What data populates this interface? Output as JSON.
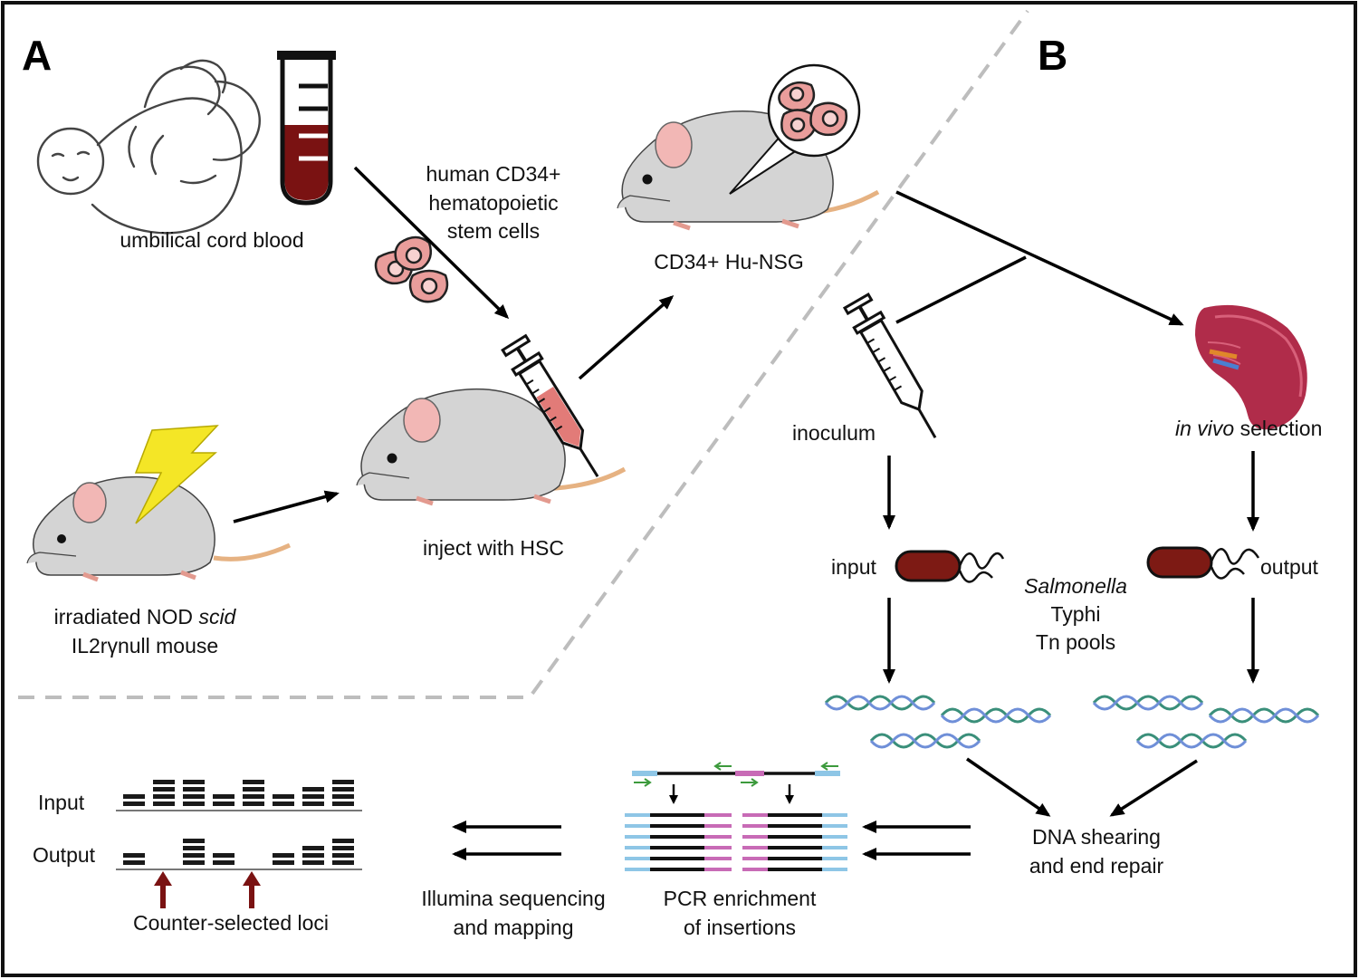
{
  "panels": {
    "a": "A",
    "b": "B"
  },
  "labels": {
    "cord_blood": "umbilical cord blood",
    "hsc_line1": "human CD34+",
    "hsc_line2": "hematopoietic",
    "hsc_line3": "stem cells",
    "hu_nsg": "CD34+ Hu-NSG",
    "mouse_line1_pre": "irradiated NOD ",
    "mouse_line1_italic": "scid",
    "mouse_line2": "IL2rγnull mouse",
    "inject": "inject with HSC",
    "inoculum": "inoculum",
    "in_vivo_italic": "in vivo",
    "in_vivo_rest": " selection",
    "input": "input",
    "output": "output",
    "salmonella": "Salmonella",
    "typhi": "Typhi",
    "tn_pools": "Tn pools",
    "dna_line1": "DNA shearing",
    "dna_line2": "and end repair",
    "pcr_line1": "PCR enrichment",
    "pcr_line2": "of insertions",
    "illumina_line1": "Illumina sequencing",
    "illumina_line2": "and mapping",
    "plot_input": "Input",
    "plot_output": "Output",
    "counter_selected": "Counter-selected loci"
  },
  "colors": {
    "mouse_body": "#d4d4d4",
    "mouse_ear": "#f2b7b5",
    "cell_fill": "#e99d9b",
    "blood": "#7a1212",
    "bacterium": "#7d1a14",
    "lightning": "#f4e626",
    "dashed_divider": "#bdbdbd",
    "adapter_blue": "#8ec6e6",
    "insert_magenta": "#c86bb6",
    "primer_green": "#3c9a3c",
    "kidney": "#b02c4a",
    "loci_arrow": "#7a1212"
  }
}
